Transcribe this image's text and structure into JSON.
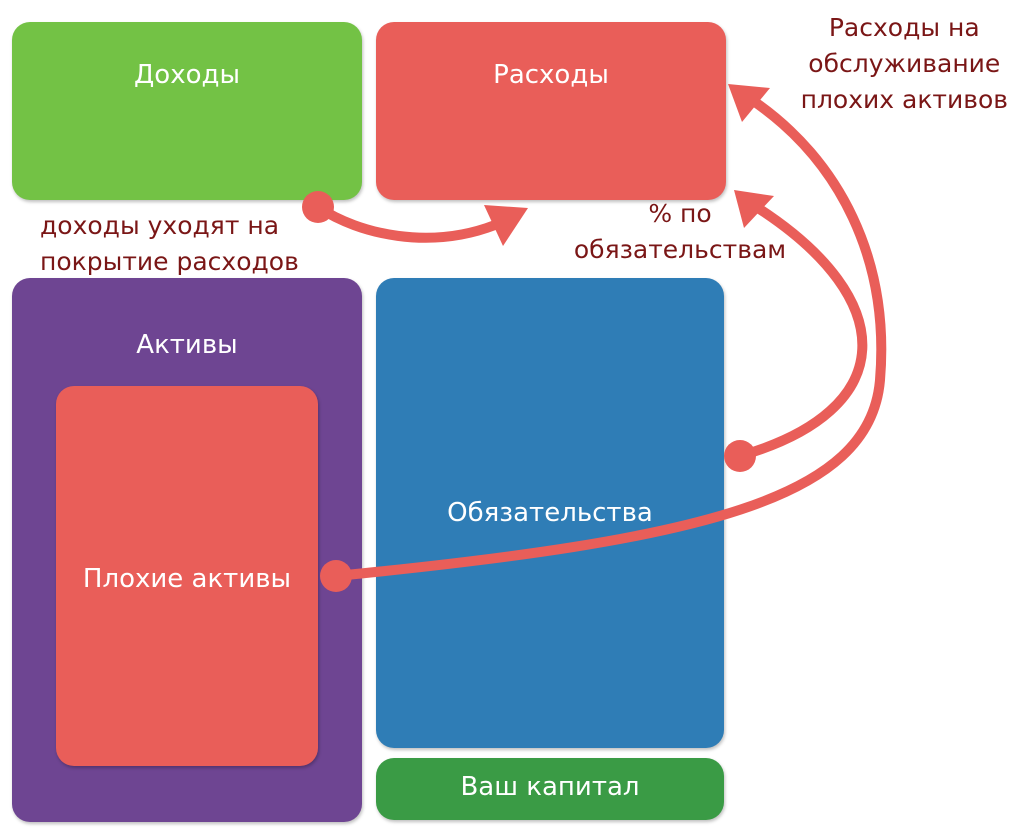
{
  "boxes": {
    "income": "Доходы",
    "expenses": "Расходы",
    "assets": "Активы",
    "bad_assets": "Плохие активы",
    "liabilities": "Обязательства",
    "equity": "Ваш капитал"
  },
  "notes": {
    "income_to_expenses": [
      "доходы уходят на",
      "покрытие расходов"
    ],
    "interest": [
      "% по",
      "обязательствам"
    ],
    "bad_assets_costs": [
      "Расходы на",
      "обслуживание",
      "плохих активов"
    ]
  },
  "colors": {
    "income": "#73c245",
    "expenses": "#e95e59",
    "assets": "#6e4592",
    "liabilities": "#2f7db6",
    "equity": "#3a9b45",
    "arrow": "#e95e59",
    "note_text": "#7a1616"
  }
}
